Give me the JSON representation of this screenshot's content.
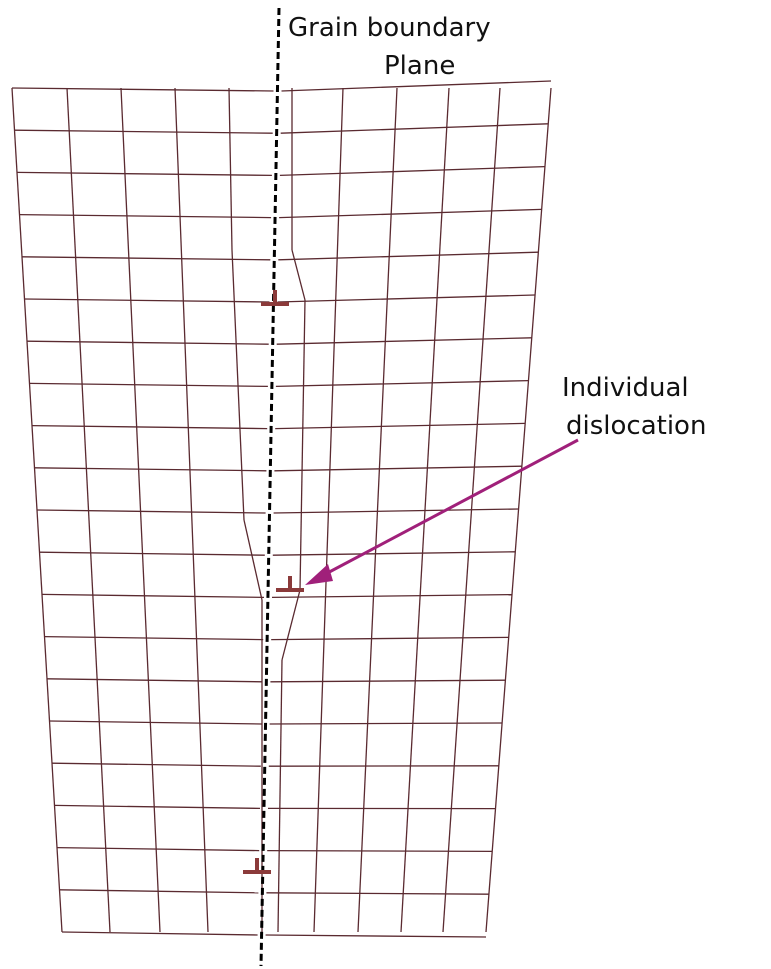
{
  "labels": {
    "grain_boundary_line1": "Grain boundary",
    "grain_boundary_line2": "Plane",
    "dislocation_line1": "Individual",
    "dislocation_line2": "dislocation"
  },
  "grid": {
    "rows": 20,
    "columns": 10
  },
  "dislocations": {
    "count": 3,
    "symbol": "⊥"
  },
  "colors": {
    "grid_line": "#5a2a30",
    "boundary_line": "#000000",
    "dislocation": "#8b3a3a",
    "arrow": "#a0207a",
    "text": "#111111"
  }
}
